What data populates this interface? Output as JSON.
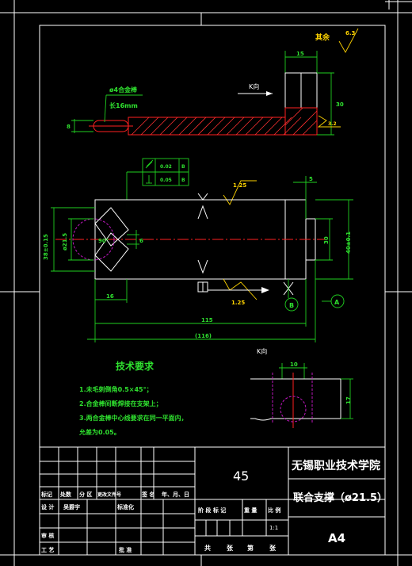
{
  "drawing": {
    "roughness_other": "其余",
    "roughness_other_value": "6.3",
    "view_label_k": "K向",
    "view_label_k_bottom": "K向",
    "alloy_label": "ø4合金棒",
    "alloy_length": "长16mm",
    "dims": {
      "top_width": "15",
      "top_height": "30",
      "left_dia": "8",
      "roughness_top": "3.2",
      "roughness_mid": "1.25",
      "roughness_bottom": "1.25",
      "right_5": "5",
      "right_30": "30",
      "right_40": "40±0.1",
      "left_outer": "38±0.15",
      "left_inner": "ø21.5",
      "angle": "90°",
      "center_6": "6",
      "bottom_16": "16",
      "bottom_115": "115",
      "bottom_116": "(116)",
      "detail_10": "10",
      "detail_17": "17"
    },
    "tolerance_frame": {
      "row1_value": "0.02",
      "row1_datum": "B",
      "row2_value": "0.05",
      "row2_datum": "B"
    },
    "datums": {
      "a": "A",
      "b": "B"
    }
  },
  "tech_requirements": {
    "title": "技术要求",
    "items": [
      "1.未毛刺倒角0.5×45°；",
      "2.合金棒间断焊接在支架上；",
      "3.两合金棒中心线要求在同一平面内，",
      "允差为0.05。"
    ]
  },
  "title_block": {
    "material": "45",
    "school": "无锡职业技术学院",
    "part_name": "联合支撑（ø21.5）",
    "paper_size": "A4",
    "scale": "1:1",
    "headers_row1": [
      "标记",
      "处数",
      "分 区",
      "更改文件号",
      "签 名",
      "年、月、日"
    ],
    "row_design": [
      "设 计",
      "吴爵宇",
      "",
      "标准化"
    ],
    "stage_headers": [
      "阶 段 标 记",
      "重 量",
      "比 例"
    ],
    "row_review": "审 核",
    "row_process": "工 艺",
    "row_approve": "批 准",
    "sheets": [
      "共",
      "张",
      "第",
      "张"
    ]
  }
}
